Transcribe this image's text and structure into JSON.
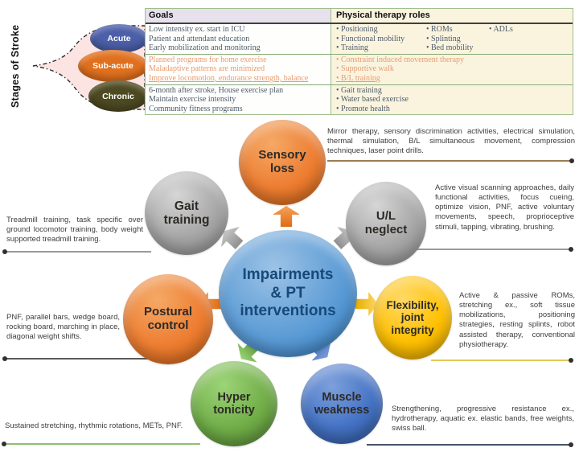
{
  "stages_panel": {
    "axis_label": "Stages of Stroke",
    "stages": [
      {
        "name": "Acute",
        "color": "#4C5FA8"
      },
      {
        "name": "Sub-acute",
        "color": "#E0701E"
      },
      {
        "name": "Chronic",
        "color": "#4D4A22"
      }
    ]
  },
  "table": {
    "headers": {
      "goals": "Goals",
      "roles": "Physical therapy roles"
    },
    "header_bg": {
      "goals": "#E7E1ED",
      "roles": "#FAF4DF"
    },
    "rows": [
      {
        "stage": "Acute",
        "text_color": "#4d5b6b",
        "goals": [
          "Low intensity ex. start in ICU",
          "Patient and attendant education",
          "Early mobilization and monitoring"
        ],
        "roles_grid": [
          [
            "Positioning",
            "ROMs",
            "ADLs"
          ],
          [
            "Functional mobility",
            "Splinting"
          ],
          [
            "Training",
            "Bed mobility"
          ]
        ]
      },
      {
        "stage": "Sub-acute",
        "text_color": "#E89B72",
        "goals": [
          "Planned programs for home exercise",
          "Maladaptive patterns are minimized",
          "Improve locomotion, endurance strength, balance"
        ],
        "roles": [
          "Constraint induced movement therapy",
          "Supportive walk",
          "B/L training"
        ]
      },
      {
        "stage": "Chronic",
        "text_color": "#4d5b6b",
        "goals": [
          "6-month after stroke, House exercise plan",
          "Maintain exercise intensity",
          "Community fitness programs"
        ],
        "roles": [
          "Gait training",
          "Water based exercise",
          "Promote health"
        ]
      }
    ]
  },
  "diagram": {
    "center": {
      "label": "Impairments\n& PT\ninterventions",
      "fill": "#5B9BD5",
      "text_color": "#16497a"
    },
    "nodes": [
      {
        "id": "sensory-loss",
        "label": "Sensory\nloss",
        "color": "#ED7D31"
      },
      {
        "id": "ul-neglect",
        "label": "U/L\nneglect",
        "color": "#A6A6A6"
      },
      {
        "id": "gait-training",
        "label": "Gait\ntraining",
        "color": "#A6A6A6"
      },
      {
        "id": "postural-control",
        "label": "Postural\ncontrol",
        "color": "#ED7D31"
      },
      {
        "id": "flexibility-joint-integrity",
        "label": "Flexibility,\njoint\nintegrity",
        "color": "#FFC000"
      },
      {
        "id": "hyper-tonicity",
        "label": "Hyper\ntonicity",
        "color": "#70AD47"
      },
      {
        "id": "muscle-weakness",
        "label": "Muscle\nweakness",
        "color": "#4472C4"
      }
    ],
    "arrow_colors": {
      "up": "#ED7D31",
      "upper_left": "#A6A6A6",
      "upper_right": "#A6A6A6",
      "left": "#ED7D31",
      "right": "#FFC000",
      "lower_left": "#70AD47",
      "lower_right": "#4472C4"
    }
  },
  "notes": {
    "sensory": {
      "text": "Mirror therapy, sensory discrimination activities, electrical simulation, thermal simulation, B/L simultaneous movement, compression techniques, laser point drills."
    },
    "ul": {
      "text": "Active visual scanning approaches, daily functional activities, focus cueing, optimize vision, PNF, active voluntary movements, speech, proprioceptive stimuli, tapping, vibrating, brushing."
    },
    "gait": {
      "text": "Treadmill training, task specific over ground locomotor training, body weight supported treadmill training."
    },
    "postural": {
      "text": "PNF, parallel bars, wedge board, rocking board, marching in place, diagonal weight shifts."
    },
    "flexibility": {
      "text": "Active & passive ROMs, stretching ex., soft tissue mobilizations, positioning strategies, resting splints, robot assisted therapy, conventional physiotherapy."
    },
    "hyper": {
      "text": "Sustained stretching, rhythmic rotations, METs, PNF."
    },
    "muscle": {
      "text": "Strengthening, progressive resistance ex., hydrotherapy, aquatic ex. elastic bands, free weights, swiss ball."
    }
  }
}
